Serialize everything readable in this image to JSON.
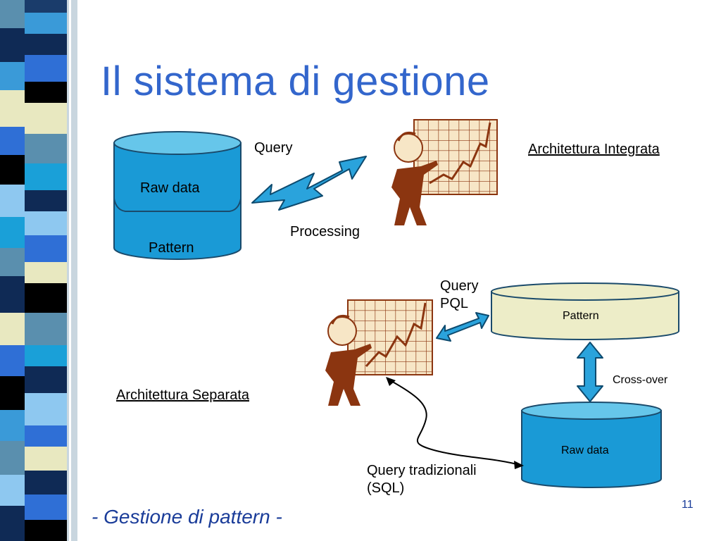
{
  "slide": {
    "title": "Il sistema di gestione",
    "footer": "- Gestione di pattern -",
    "page_number": "11"
  },
  "integrated": {
    "heading": "Architettura Integrata",
    "db_top_label": "Raw data",
    "db_bottom_label": "Pattern",
    "arrow_top_label": "Query",
    "arrow_bottom_label": "Processing"
  },
  "separated": {
    "heading": "Architettura Separata",
    "pattern_db_label": "Pattern",
    "raw_db_label": "Raw data",
    "query_pql_label": "Query\nPQL",
    "crossover_label": "Cross-over",
    "query_sql_label": "Query tradizionali\n(SQL)"
  },
  "colors": {
    "title": "#3366cc",
    "db_blue": "#1a9ad6",
    "db_light": "#66c6ea",
    "pattern_db": "#ededc8",
    "arrow_blue": "#2aa3dc",
    "figure_brown": "#8b3510",
    "grid_bg": "#f5e6c8"
  },
  "icons": {
    "presenter": "presenter-with-chart-icon",
    "database": "database-cylinder-icon"
  }
}
